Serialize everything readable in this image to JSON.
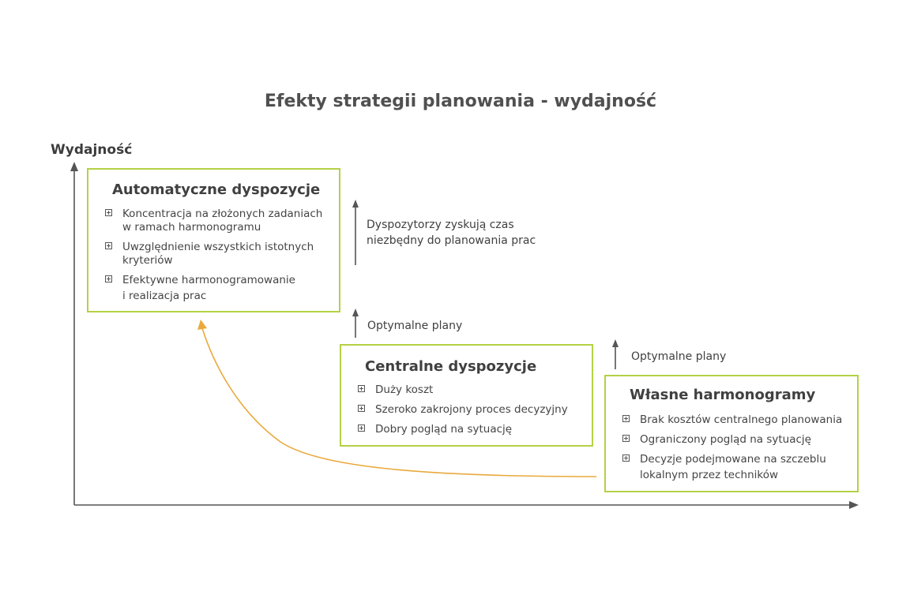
{
  "title": "Efekty strategii planowania - wydajność",
  "y_axis_label": "Wydajność",
  "boxes": {
    "automatic": {
      "title": "Automatyczne dyspozycje",
      "items": [
        [
          "Koncentracja na złożonych zadaniach",
          "w ramach harmonogramu"
        ],
        [
          "Uwzględnienie wszystkich istotnych",
          "kryteriów"
        ],
        [
          "Efektywne harmonogramowanie",
          "i realizacja prac"
        ]
      ]
    },
    "central": {
      "title": "Centralne dyspozycje",
      "items": [
        [
          "Duży koszt"
        ],
        [
          "Szeroko zakrojony proces decyzyjny"
        ],
        [
          "Dobry pogląd na sytuację"
        ]
      ]
    },
    "own": {
      "title": "Własne harmonogramy",
      "items": [
        [
          "Brak kosztów centralnego planowania"
        ],
        [
          "Ograniczony pogląd na sytuację"
        ],
        [
          "Decyzje podejmowane na szczeblu",
          "lokalnym przez techników"
        ]
      ]
    }
  },
  "notes": {
    "dispatchers": [
      "Dyspozytorzy zyskują czas",
      "niezbędny do planowania prac"
    ],
    "optimal_1": "Optymalne plany",
    "optimal_2": "Optymalne plany"
  },
  "colors": {
    "box_border": "#b4d145",
    "curve": "#e9a93d",
    "axis": "#555555"
  }
}
